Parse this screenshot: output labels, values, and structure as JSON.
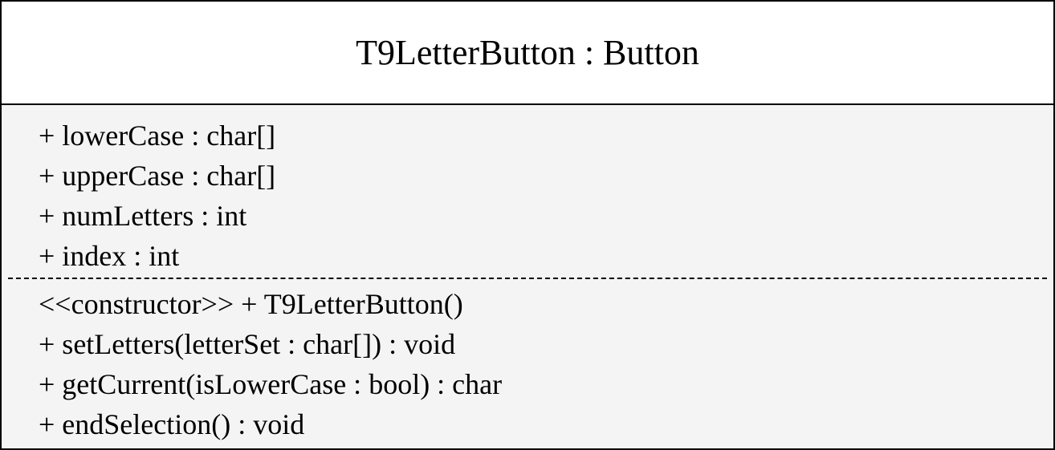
{
  "class_box": {
    "title": "T9LetterButton : Button",
    "attributes": [
      "+ lowerCase : char[]",
      "+ upperCase : char[]",
      "+ numLetters : int",
      "+ index : int"
    ],
    "operations": [
      "<<constructor>> + T9LetterButton()",
      "+ setLetters(letterSet : char[]) : void",
      "+ getCurrent(isLowerCase : bool) : char",
      "+ endSelection() : void"
    ]
  },
  "colors": {
    "header_background": "#ffffff",
    "body_background": "#f4f4f4",
    "border": "#000000"
  }
}
